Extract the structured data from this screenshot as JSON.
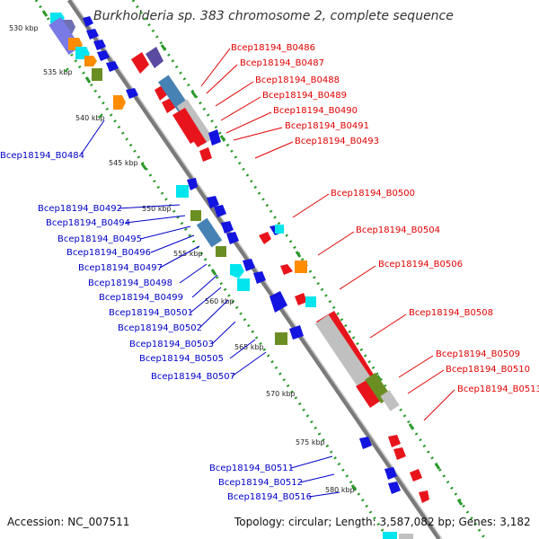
{
  "title": "Burkholderia sp. 383 chromosome 2, complete sequence",
  "footer": {
    "accession": "Accession: NC_007511",
    "topology": "Topology: circular; Length: 3,587,082 bp; Genes: 3,182"
  },
  "colors": {
    "backbone": "#8c8c8c",
    "forward_cds": "#e8141c",
    "reverse_cds": "#1414e0",
    "gc_track": "#2a9a2a",
    "olive": "#6b8e23",
    "orange": "#ff8c00",
    "cyan": "#00e5ee",
    "steelblue": "#4682b4",
    "label_red": "#e00000",
    "label_blue": "#0000c8"
  },
  "scale": [
    {
      "label": "530 kbp"
    },
    {
      "label": "535 kbp"
    },
    {
      "label": "540 kbp"
    },
    {
      "label": "545 kbp"
    },
    {
      "label": "550 kbp"
    },
    {
      "label": "555 kbp"
    },
    {
      "label": "560 kbp"
    },
    {
      "label": "565 kbp"
    },
    {
      "label": "570 kbp"
    },
    {
      "label": "575 kbp"
    },
    {
      "label": "580 kbp"
    }
  ],
  "genes_right": [
    "Bcep18194_B0486",
    "Bcep18194_B0487",
    "Bcep18194_B0488",
    "Bcep18194_B0489",
    "Bcep18194_B0490",
    "Bcep18194_B0491",
    "Bcep18194_B0493",
    "Bcep18194_B0500",
    "Bcep18194_B0504",
    "Bcep18194_B0506",
    "Bcep18194_B0508",
    "Bcep18194_B0509",
    "Bcep18194_B0510",
    "Bcep18194_B0513"
  ],
  "genes_left": [
    "Bcep18194_B0484",
    "Bcep18194_B0492",
    "Bcep18194_B0494",
    "Bcep18194_B0495",
    "Bcep18194_B0496",
    "Bcep18194_B0497",
    "Bcep18194_B0498",
    "Bcep18194_B0499",
    "Bcep18194_B0501",
    "Bcep18194_B0502",
    "Bcep18194_B0503",
    "Bcep18194_B0505",
    "Bcep18194_B0507",
    "Bcep18194_B0511",
    "Bcep18194_B0512",
    "Bcep18194_B0516"
  ]
}
